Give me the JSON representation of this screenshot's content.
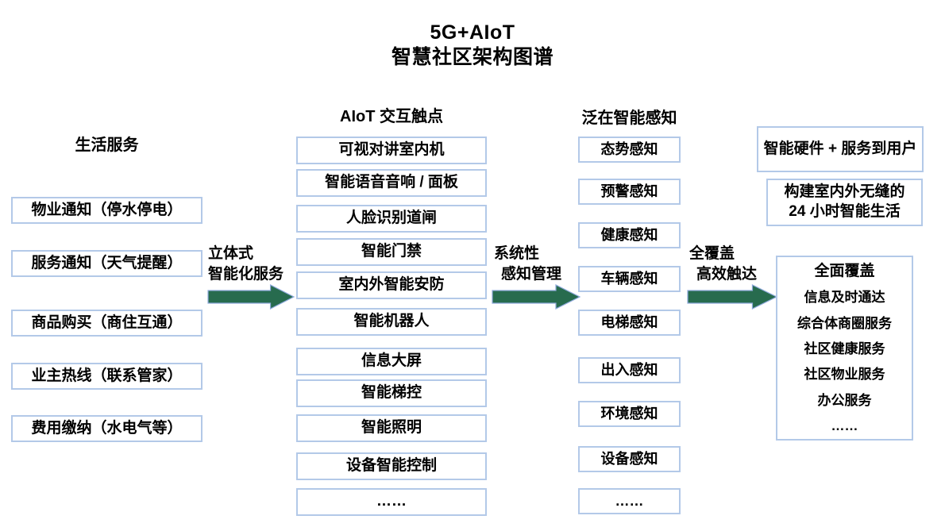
{
  "title": {
    "line1": "5G+AIoT",
    "line2": "智慧社区架构图谱"
  },
  "columns": {
    "life": {
      "header": "生活服务",
      "items": [
        "物业通知（停水停电）",
        "服务通知（天气提醒）",
        "商品购买（商住互通）",
        "业主热线（联系管家）",
        "费用缴纳（水电气等）"
      ]
    },
    "touchpoints": {
      "header": "AIoT 交互触点",
      "items": [
        "可视对讲室内机",
        "智能语音音响 / 面板",
        "人脸识别道闸",
        "智能门禁",
        "室内外智能安防",
        "智能机器人",
        "信息大屏",
        "智能梯控",
        "智能照明",
        "设备智能控制",
        "……"
      ]
    },
    "sensing": {
      "header": "泛在智能感知",
      "items": [
        "态势感知",
        "预警感知",
        "健康感知",
        "车辆感知",
        "电梯感知",
        "出入感知",
        "环境感知",
        "设备感知",
        "……"
      ]
    },
    "outcome": {
      "box1": "智能硬件 + 服务到用户",
      "box2_line1": "构建室内外无缝的",
      "box2_line2": "24 小时智能生活",
      "summary": [
        "全面覆盖",
        "信息及时通达",
        "综合体商圈服务",
        "社区健康服务",
        "社区物业服务",
        "办公服务",
        "……"
      ]
    }
  },
  "arrows": [
    {
      "label_line1": "立体式",
      "label_line2": "智能化服务"
    },
    {
      "label_line1": "系统性",
      "label_line2": "感知管理"
    },
    {
      "label_line1": "全覆盖",
      "label_line2": "高效触达"
    }
  ],
  "colors": {
    "box_border": "#B3C9E8",
    "arrow_green": "#276B4E",
    "arrow_outline": "#8FAADC",
    "text": "#000000"
  }
}
